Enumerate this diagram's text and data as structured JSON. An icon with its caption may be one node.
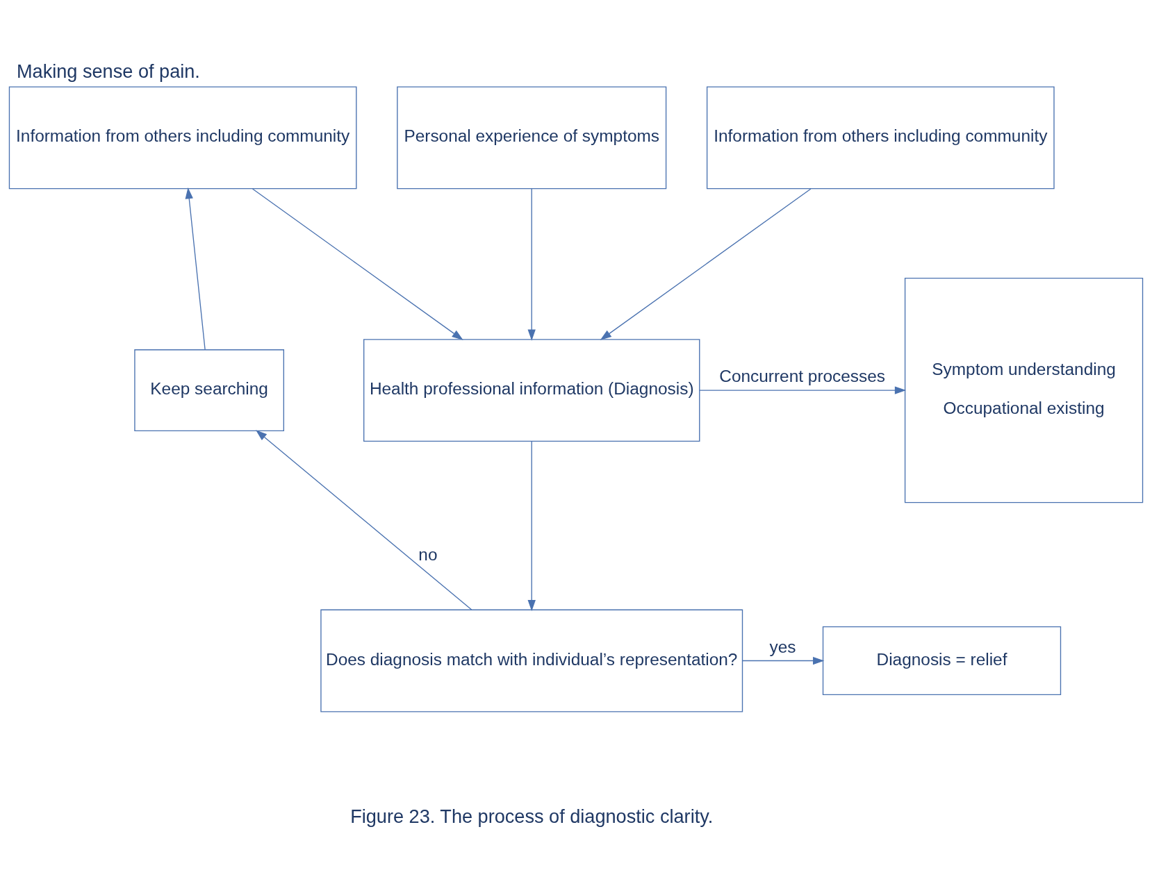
{
  "diagram": {
    "title": "Making sense of pain.",
    "caption": "Figure 23. The process of diagnostic clarity.",
    "nodes": [
      {
        "text": [
          "Information from others including community"
        ]
      },
      {
        "text": [
          "Personal experience of symptoms"
        ]
      },
      {
        "text": [
          "Information from others including community"
        ]
      },
      {
        "text": [
          "Health professional information (Diagnosis)"
        ]
      },
      {
        "text": [
          "Symptom understanding",
          "Occupational existing"
        ]
      },
      {
        "text": [
          "Keep searching"
        ]
      },
      {
        "text": [
          "Does diagnosis match with individual’s representation?"
        ]
      },
      {
        "text": [
          "Diagnosis = relief"
        ]
      }
    ],
    "edges": [
      {
        "from": 0,
        "to": 3,
        "arrow": "to"
      },
      {
        "from": 1,
        "to": 3,
        "arrow": "to"
      },
      {
        "from": 2,
        "to": 3,
        "arrow": "to"
      },
      {
        "from": 3,
        "to": 4,
        "arrow": "to",
        "label": "Concurrent processes"
      },
      {
        "from": 3,
        "to": 6,
        "arrow": "to"
      },
      {
        "from": 6,
        "to": 5,
        "arrow": "to",
        "label": "no"
      },
      {
        "from": 5,
        "to": 0,
        "arrow": "to"
      },
      {
        "from": 6,
        "to": 7,
        "arrow": "to",
        "label": "yes"
      }
    ]
  }
}
